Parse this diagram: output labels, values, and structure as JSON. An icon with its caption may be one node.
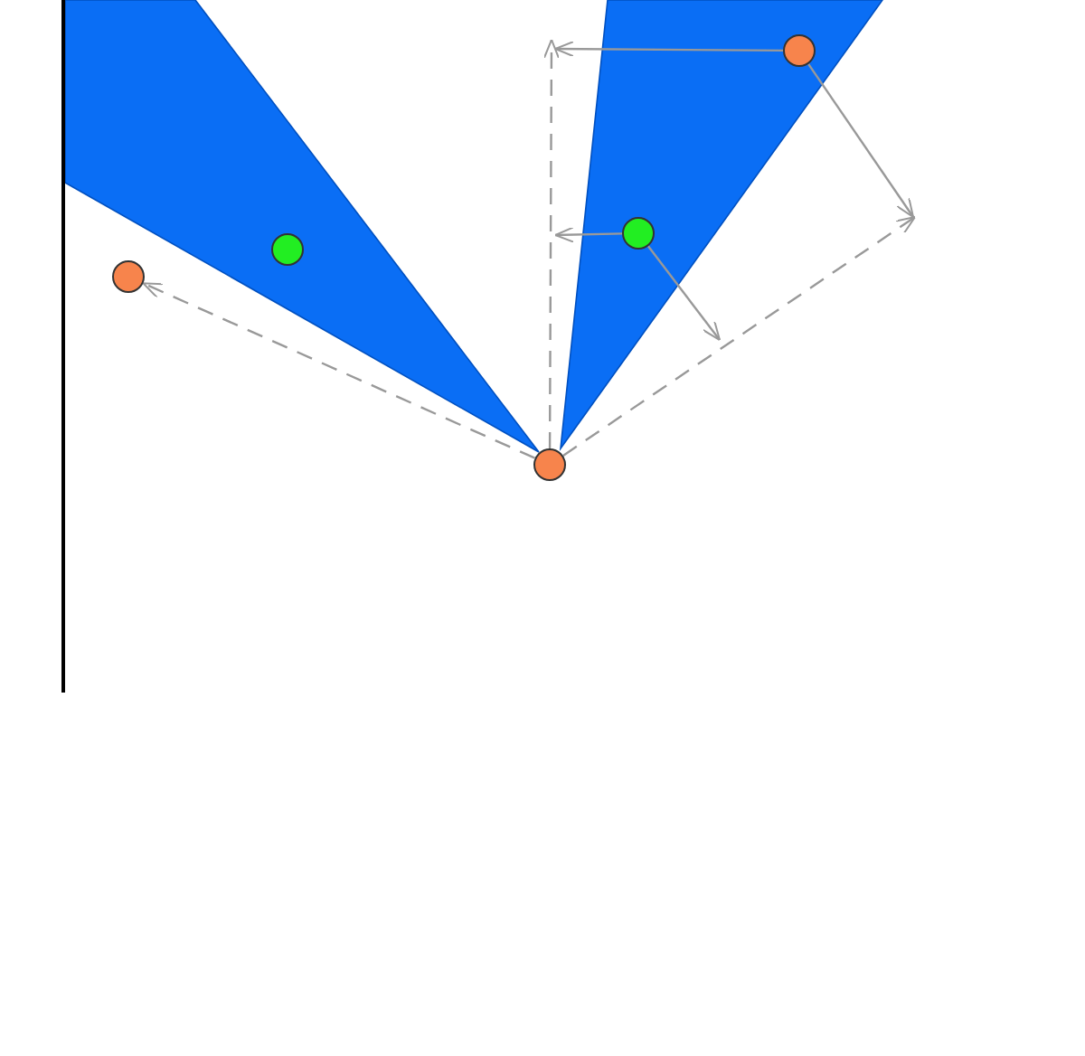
{
  "diagram": {
    "nodes": [
      {
        "text": [],
        "shape": "circle"
      },
      {
        "text": [],
        "shape": "circle"
      },
      {
        "text": [],
        "shape": "circle"
      },
      {
        "text": [],
        "shape": "circle"
      },
      {
        "text": [],
        "shape": "circle"
      }
    ],
    "edges": [
      {
        "from": 0,
        "to": 1,
        "arrow": "to",
        "style": "dashed"
      },
      {
        "from": 0,
        "to": null,
        "arrow": "to",
        "style": "dashed"
      },
      {
        "from": 0,
        "to": null,
        "arrow": "to",
        "style": "dashed"
      },
      {
        "from": 4,
        "to": null,
        "arrow": "to"
      },
      {
        "from": 4,
        "to": null,
        "arrow": "to"
      },
      {
        "from": 3,
        "to": null,
        "arrow": "to"
      },
      {
        "from": 3,
        "to": null,
        "arrow": "to"
      }
    ]
  }
}
